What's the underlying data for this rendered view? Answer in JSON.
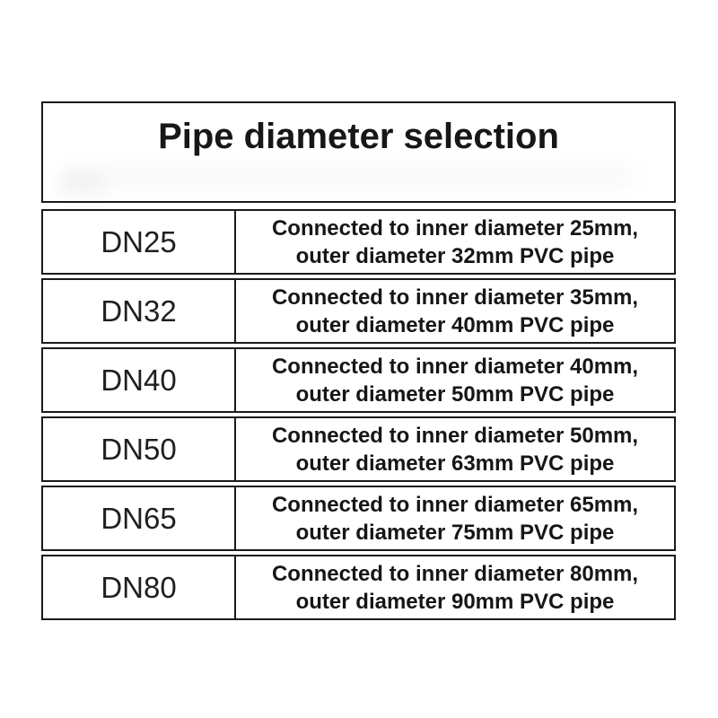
{
  "title": "Pipe diameter selection",
  "colors": {
    "border": "#1a1a1a",
    "text": "#1c1c1c",
    "background": "#ffffff"
  },
  "table": {
    "rows": [
      {
        "dn": "DN25",
        "line1": "Connected to inner diameter 25mm,",
        "line2": "outer diameter 32mm PVC pipe"
      },
      {
        "dn": "DN32",
        "line1": "Connected to inner diameter 35mm,",
        "line2": "outer diameter 40mm PVC pipe"
      },
      {
        "dn": "DN40",
        "line1": "Connected to inner diameter 40mm,",
        "line2": "outer diameter 50mm PVC pipe"
      },
      {
        "dn": "DN50",
        "line1": "Connected to inner diameter 50mm,",
        "line2": "outer diameter 63mm PVC pipe"
      },
      {
        "dn": "DN65",
        "line1": "Connected to inner diameter 65mm,",
        "line2": "outer diameter 75mm PVC pipe"
      },
      {
        "dn": "DN80",
        "line1": "Connected to inner diameter 80mm,",
        "line2": "outer diameter 90mm PVC pipe"
      }
    ]
  }
}
